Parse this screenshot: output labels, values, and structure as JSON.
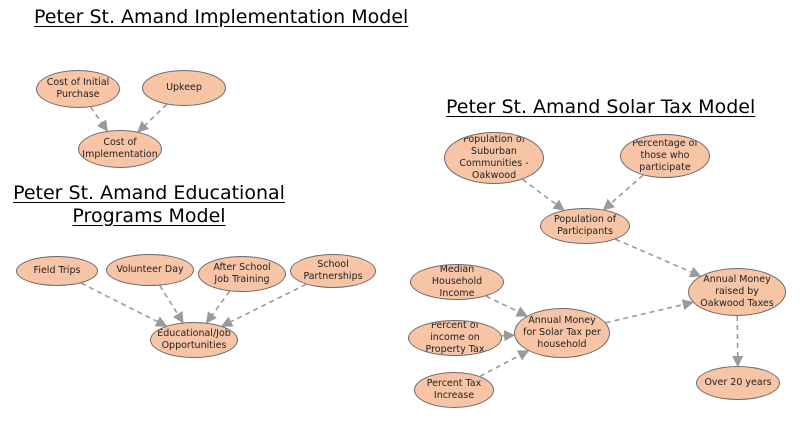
{
  "titles": {
    "implementation": "Peter St. Amand Implementation Model",
    "educational_line1": "Peter St. Amand Educational",
    "educational_line2": "Programs Model",
    "solar": "Peter St. Amand Solar Tax Model"
  },
  "colors": {
    "node_fill": "#f7c4a5",
    "node_border": "#6b6b6b",
    "edge": "#9a9a9a"
  },
  "nodes": {
    "cost_initial_purchase": "Cost of Initial Purchase",
    "upkeep": "Upkeep",
    "cost_implementation": "Cost of Implementation",
    "field_trips": "Field Trips",
    "volunteer_day": "Volunteer Day",
    "after_school_job_training": "After School Job Training",
    "school_partnerships": "School Partnerships",
    "educational_job_opportunities": "Educational/Job Opportunities",
    "population_suburban": "Population of Suburban Communities - Oakwood",
    "percentage_participate": "Percentage of those who participate",
    "population_participants": "Population of Participants",
    "median_household_income": "Median Household Income",
    "percent_income_property_tax": "Percent of income on Property Tax",
    "percent_tax_increase": "Percent Tax Increase",
    "annual_money_solar_tax": "Annual Money for Solar Tax per household",
    "annual_money_raised": "Annual Money raised by Oakwood Taxes",
    "over_20_years": "Over 20 years"
  },
  "edges": [
    {
      "from": "cost_initial_purchase",
      "to": "cost_implementation"
    },
    {
      "from": "upkeep",
      "to": "cost_implementation"
    },
    {
      "from": "field_trips",
      "to": "educational_job_opportunities"
    },
    {
      "from": "volunteer_day",
      "to": "educational_job_opportunities"
    },
    {
      "from": "after_school_job_training",
      "to": "educational_job_opportunities"
    },
    {
      "from": "school_partnerships",
      "to": "educational_job_opportunities"
    },
    {
      "from": "population_suburban",
      "to": "population_participants"
    },
    {
      "from": "percentage_participate",
      "to": "population_participants"
    },
    {
      "from": "population_participants",
      "to": "annual_money_raised"
    },
    {
      "from": "median_household_income",
      "to": "annual_money_solar_tax"
    },
    {
      "from": "percent_income_property_tax",
      "to": "annual_money_solar_tax"
    },
    {
      "from": "percent_tax_increase",
      "to": "annual_money_solar_tax"
    },
    {
      "from": "annual_money_solar_tax",
      "to": "annual_money_raised"
    },
    {
      "from": "annual_money_raised",
      "to": "over_20_years"
    }
  ]
}
